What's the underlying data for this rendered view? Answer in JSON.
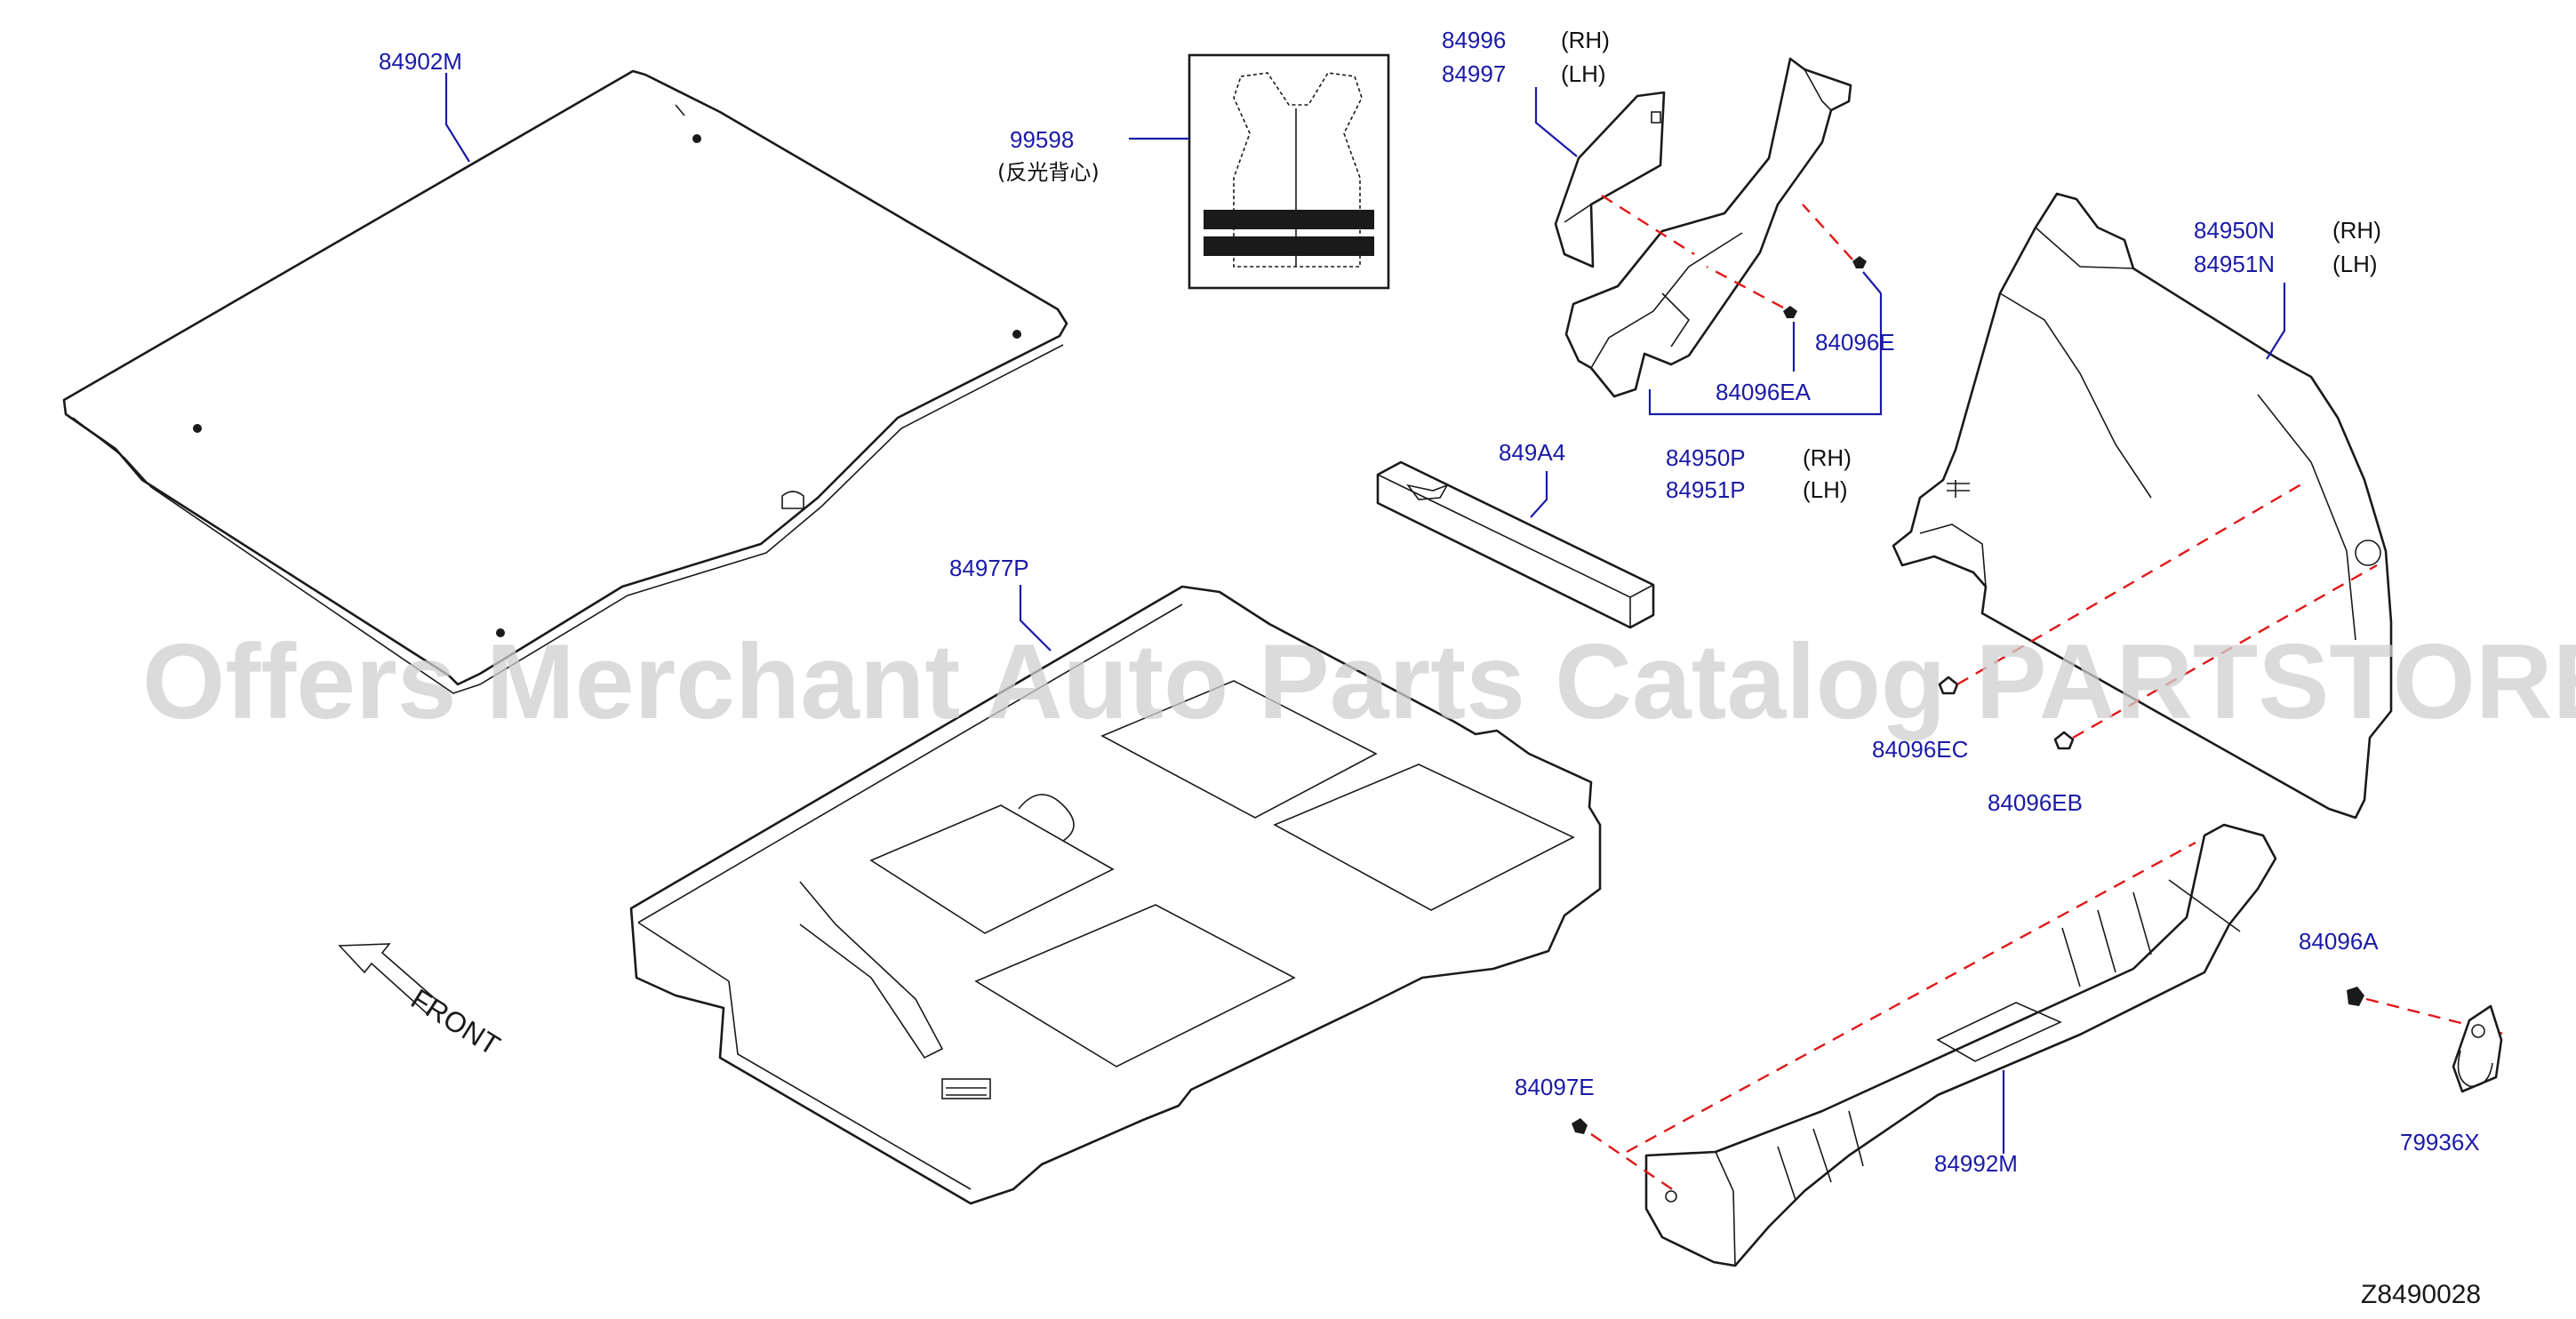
{
  "diagram": {
    "parts": [
      {
        "id": "p84902M",
        "number": "84902M",
        "side": ""
      },
      {
        "id": "p99598",
        "number": "99598",
        "side": "(反光背心)"
      },
      {
        "id": "p84996",
        "number": "84996",
        "side": "(RH)"
      },
      {
        "id": "p84997",
        "number": "84997",
        "side": "(LH)"
      },
      {
        "id": "p84096E",
        "number": "84096E",
        "side": ""
      },
      {
        "id": "p84096EA",
        "number": "84096EA",
        "side": ""
      },
      {
        "id": "p84950P",
        "number": "84950P",
        "side": "(RH)"
      },
      {
        "id": "p84951P",
        "number": "84951P",
        "side": "(LH)"
      },
      {
        "id": "p84950N",
        "number": "84950N",
        "side": "(RH)"
      },
      {
        "id": "p84951N",
        "number": "84951N",
        "side": "(LH)"
      },
      {
        "id": "p849A4",
        "number": "849A4",
        "side": ""
      },
      {
        "id": "p84977P",
        "number": "84977P",
        "side": ""
      },
      {
        "id": "p84096EC",
        "number": "84096EC",
        "side": ""
      },
      {
        "id": "p84096EB",
        "number": "84096EB",
        "side": ""
      },
      {
        "id": "p84096A",
        "number": "84096A",
        "side": ""
      },
      {
        "id": "p84097E",
        "number": "84097E",
        "side": ""
      },
      {
        "id": "p84992M",
        "number": "84992M",
        "side": ""
      },
      {
        "id": "p79936X",
        "number": "79936X",
        "side": ""
      }
    ],
    "front_label": "FRONT",
    "diagram_code": "Z8490028",
    "watermark": "Offers Merchant Auto Parts Catalog PARTSTORE.SA",
    "colors": {
      "part_number": "#1a1aa8",
      "leader_line": "#1a1aa8",
      "fastener_dash": "#e01818",
      "outline": "#1a1a1a",
      "watermark": "#cfcfcf"
    }
  }
}
